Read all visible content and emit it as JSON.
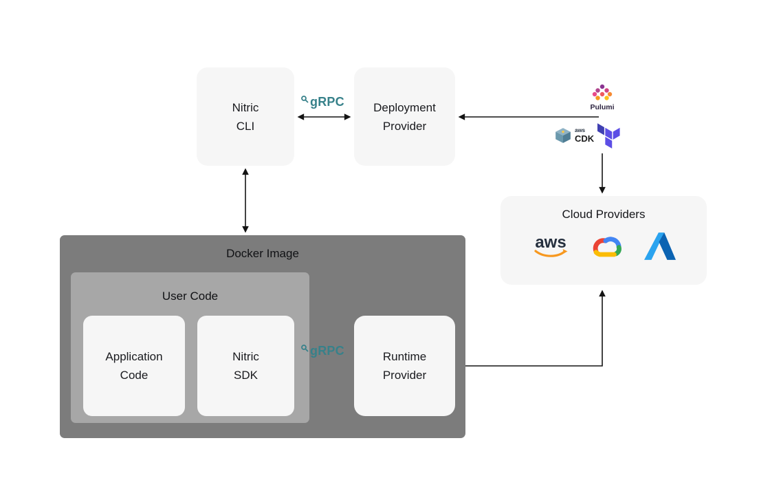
{
  "diagram": {
    "nodes": {
      "nitric_cli": {
        "label": "Nitric CLI"
      },
      "deployment_provider": {
        "label": "Deployment Provider"
      },
      "docker_image": {
        "label": "Docker Image"
      },
      "user_code": {
        "label": "User Code"
      },
      "application_code": {
        "label": "Application Code"
      },
      "nitric_sdk": {
        "label": "Nitric SDK"
      },
      "runtime_provider": {
        "label": "Runtime Provider"
      },
      "cloud_providers": {
        "label": "Cloud Providers"
      }
    },
    "edge_labels": {
      "grpc_top": "gRPC",
      "grpc_bottom": "gRPC"
    },
    "iac_tools": {
      "pulumi": {
        "label": "Pulumi",
        "icon": "pulumi-icon"
      },
      "aws_cdk": {
        "sublabel": "aws",
        "label": "CDK",
        "icon": "aws-cdk-icon"
      },
      "terraform": {
        "icon": "terraform-icon"
      }
    },
    "cloud_logos": {
      "aws": {
        "label": "aws",
        "icon": "aws-icon"
      },
      "google_cloud": {
        "icon": "google-cloud-icon"
      },
      "azure": {
        "icon": "azure-icon"
      }
    },
    "colors": {
      "node_bg": "#f6f6f6",
      "docker_bg": "#7c7c7c",
      "user_code_bg": "#a7a7a7",
      "text": "#17181c",
      "grpc_teal": "#37818a",
      "arrow": "#141414",
      "aws_dark": "#252f3e",
      "aws_orange": "#f7981f",
      "gcp_blue": "#4285f4",
      "gcp_red": "#ea4335",
      "gcp_yellow": "#fbbc05",
      "gcp_green": "#34a853",
      "azure_blue_light": "#2aa3ef",
      "azure_blue_dark": "#0b63b2",
      "terraform_purple": "#5c4ee5",
      "terraform_purple_dark": "#4040b2"
    }
  }
}
